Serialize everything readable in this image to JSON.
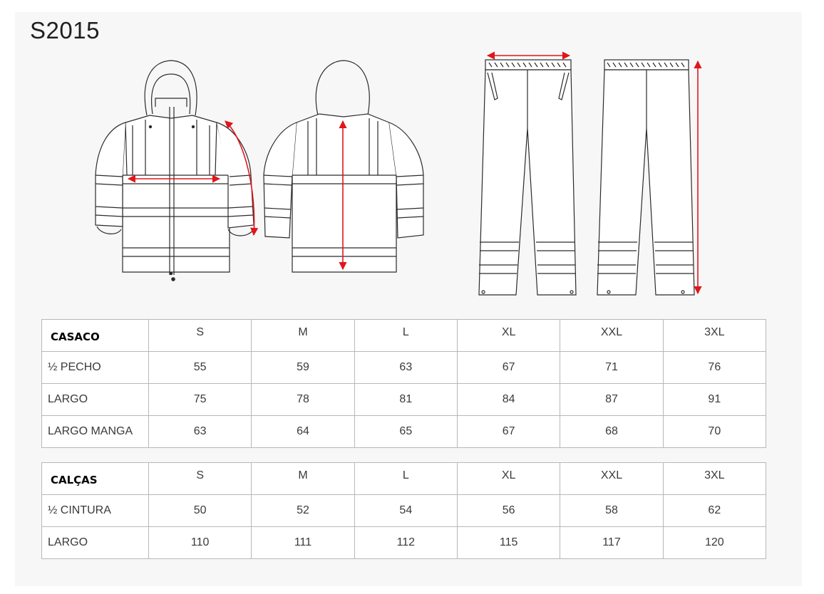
{
  "page": {
    "model": "S2015"
  },
  "illustrations": [
    {
      "name": "jacket-front",
      "measure": "half-chest arrow"
    },
    {
      "name": "jacket-back",
      "measure": "length arrow"
    },
    {
      "name": "pants-front",
      "measure": "waist arrow"
    },
    {
      "name": "pants-back",
      "measure": "length arrow"
    }
  ],
  "colors": {
    "measure_arrow": "#e0161b",
    "line_art": "#2b2b2b",
    "border": "#b8b8b8"
  },
  "jacket_table": {
    "title": "CASACO",
    "sizes": [
      "S",
      "M",
      "L",
      "XL",
      "XXL",
      "3XL"
    ],
    "rows": [
      {
        "label": "½ PECHO",
        "values": [
          "55",
          "59",
          "63",
          "67",
          "71",
          "76"
        ]
      },
      {
        "label": "LARGO",
        "values": [
          "75",
          "78",
          "81",
          "84",
          "87",
          "91"
        ]
      },
      {
        "label": "LARGO MANGA",
        "values": [
          "63",
          "64",
          "65",
          "67",
          "68",
          "70"
        ]
      }
    ]
  },
  "pants_table": {
    "title": "CALÇAS",
    "sizes": [
      "S",
      "M",
      "L",
      "XL",
      "XXL",
      "3XL"
    ],
    "rows": [
      {
        "label": "½ CINTURA",
        "values": [
          "50",
          "52",
          "54",
          "56",
          "58",
          "62"
        ]
      },
      {
        "label": "LARGO",
        "values": [
          "110",
          "111",
          "112",
          "115",
          "117",
          "120"
        ]
      }
    ]
  }
}
